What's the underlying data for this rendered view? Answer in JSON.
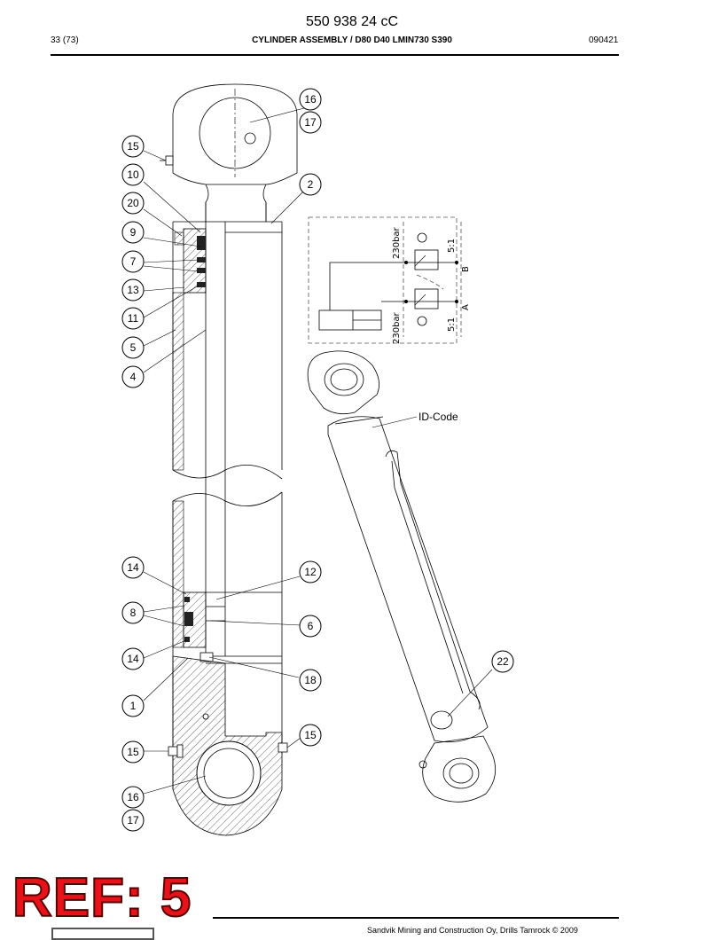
{
  "header": {
    "part_number": "550 938 24 cC",
    "page": "33 (73)",
    "title": "CYLINDER ASSEMBLY / D80 D40 LMIN730 S390",
    "date": "090421"
  },
  "callouts": [
    {
      "id": "c16a",
      "label": "16"
    },
    {
      "id": "c17a",
      "label": "17"
    },
    {
      "id": "c15a",
      "label": "15"
    },
    {
      "id": "c10",
      "label": "10"
    },
    {
      "id": "c2",
      "label": "2"
    },
    {
      "id": "c20",
      "label": "20"
    },
    {
      "id": "c9",
      "label": "9"
    },
    {
      "id": "c7",
      "label": "7"
    },
    {
      "id": "c13",
      "label": "13"
    },
    {
      "id": "c11",
      "label": "11"
    },
    {
      "id": "c5",
      "label": "5"
    },
    {
      "id": "c4",
      "label": "4"
    },
    {
      "id": "c14a",
      "label": "14"
    },
    {
      "id": "c12",
      "label": "12"
    },
    {
      "id": "c8",
      "label": "8"
    },
    {
      "id": "c6",
      "label": "6"
    },
    {
      "id": "c14b",
      "label": "14"
    },
    {
      "id": "c22",
      "label": "22"
    },
    {
      "id": "c18",
      "label": "18"
    },
    {
      "id": "c1",
      "label": "1"
    },
    {
      "id": "c15b",
      "label": "15"
    },
    {
      "id": "c15c",
      "label": "15"
    },
    {
      "id": "c16b",
      "label": "16"
    },
    {
      "id": "c17b",
      "label": "17"
    }
  ],
  "id_code_label": "ID-Code",
  "schematic": {
    "pressure_top": "230bar",
    "pressure_bottom": "230bar",
    "ratio_top": "5:1",
    "ratio_bottom": "5:1",
    "port_b": "B",
    "port_a": "A"
  },
  "stamp": "REF: 5",
  "footer": {
    "copyright": "Sandvik Mining and Construction Oy, Drills Tamrock © 2009"
  }
}
